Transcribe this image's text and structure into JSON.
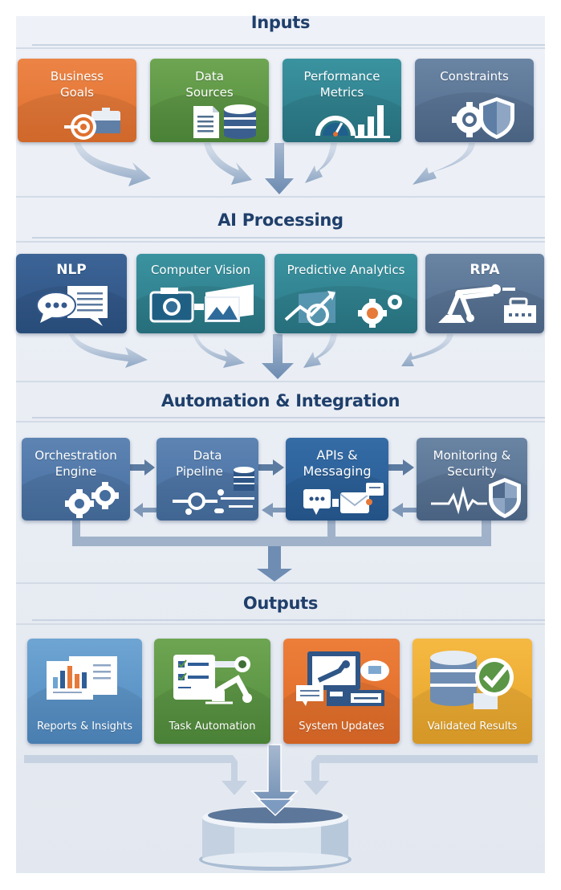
{
  "sections": {
    "inputs": {
      "title": "Inputs",
      "items": [
        {
          "label_line1": "Business",
          "label_line2": "Goals",
          "icon": "target-briefcase-icon",
          "color": "#e67a3a"
        },
        {
          "label_line1": "Data",
          "label_line2": "Sources",
          "icon": "document-database-icon",
          "color": "#5f9a47"
        },
        {
          "label_line1": "Performance",
          "label_line2": "Metrics",
          "icon": "gauge-bar-chart-icon",
          "color": "#348595"
        },
        {
          "label_line1": "Constraints",
          "label_line2": "",
          "icon": "gear-shield-icon",
          "color": "#5d7798"
        }
      ]
    },
    "ai_processing": {
      "title": "AI Processing",
      "items": [
        {
          "label": "NLP",
          "icon": "chat-bubbles-icon",
          "color": "#35598c"
        },
        {
          "label": "Computer Vision",
          "icon": "camera-image-icon",
          "color": "#337e8c"
        },
        {
          "label": "Predictive Analytics",
          "icon": "trend-gauge-gears-icon",
          "color": "#337e8c"
        },
        {
          "label": "RPA",
          "icon": "robot-arm-icon",
          "color": "#4f6a8c"
        }
      ]
    },
    "automation": {
      "title": "Automation & Integration",
      "items": [
        {
          "label_line1": "Orchestration",
          "label_line2": "Engine",
          "icon": "gears-icon",
          "color": "#5178a8"
        },
        {
          "label_line1": "Data",
          "label_line2": "Pipeline",
          "icon": "pipeline-database-icon",
          "color": "#4d74a5"
        },
        {
          "label_line1": "APIs &",
          "label_line2": "Messaging",
          "icon": "message-envelope-icon",
          "color": "#2e609a"
        },
        {
          "label_line1": "Monitoring &",
          "label_line2": "Security",
          "icon": "pulse-shield-icon",
          "color": "#4f6a8c"
        }
      ]
    },
    "outputs": {
      "title": "Outputs",
      "items": [
        {
          "label": "Reports & Insights",
          "icon": "report-chart-icon",
          "color": "#5a95c9"
        },
        {
          "label": "Task Automation",
          "icon": "checklist-robot-icon",
          "color": "#5a9646"
        },
        {
          "label": "System Updates",
          "icon": "monitor-cloud-icon",
          "color": "#e5742f"
        },
        {
          "label": "Validated Results",
          "icon": "database-check-icon",
          "color": "#eeae36"
        }
      ]
    }
  },
  "sink": {
    "icon": "collection-bin-icon"
  }
}
